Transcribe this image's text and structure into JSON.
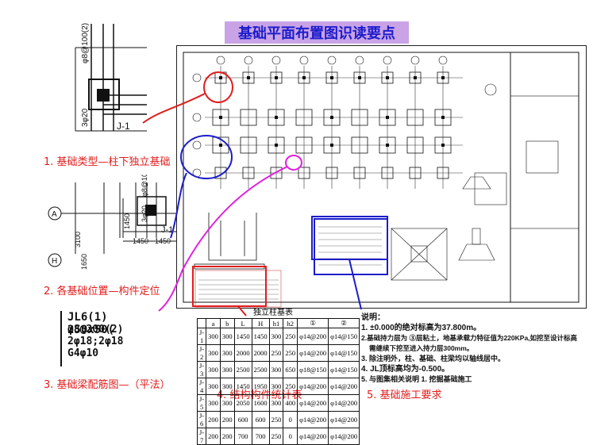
{
  "title": "基础平面布置图识读要点",
  "labels": {
    "l1": "1. 基础类型—柱下独立基础",
    "l2": "2. 各基础位置—构件定位",
    "l3": "3. 基础梁配筋图—（平法）",
    "l4": "4. 结构构件统计表",
    "l5": "5. 基础施工要求"
  },
  "detail1": {
    "vert1": "φ8@100(2)",
    "vert2": "3φ20",
    "tag": "J-1"
  },
  "detail2": {
    "axis_a": "A",
    "axis_h": "H",
    "vert1": "φ8@100(2)",
    "vert2": "3φ20",
    "tag": "J-1",
    "dim1": "1450",
    "dim2": "1450",
    "dim3": "3100",
    "dim4": "1650",
    "dim5": "1450"
  },
  "beam": {
    "line1": "JL6(1) 250x50(",
    "line2": "φ8@200(2)",
    "line3": "2φ18;2φ18",
    "line4": "G4φ10"
  },
  "table": {
    "caption": "独立柱基表",
    "headers": [
      "",
      "a",
      "b",
      "L",
      "H",
      "h1",
      "h2",
      "①",
      "②"
    ],
    "rows": [
      [
        "J-1",
        "300",
        "300",
        "1450",
        "1450",
        "300",
        "250",
        "φ14@200",
        "φ14@150"
      ],
      [
        "J-2",
        "300",
        "300",
        "2000",
        "2000",
        "250",
        "250",
        "φ14@200",
        "φ14@150"
      ],
      [
        "J-3",
        "300",
        "300",
        "2500",
        "2500",
        "300",
        "650",
        "φ18@150",
        "φ14@150"
      ],
      [
        "J-4",
        "300",
        "300",
        "1450",
        "1950",
        "300",
        "250",
        "φ14@200",
        "φ14@200"
      ],
      [
        "J-5",
        "300",
        "300",
        "2050",
        "1600",
        "300",
        "400",
        "φ14@200",
        "φ14@200"
      ],
      [
        "J-6",
        "200",
        "200",
        "600",
        "600",
        "250",
        "0",
        "φ14@200",
        "φ14@200"
      ],
      [
        "J-7",
        "200",
        "200",
        "700",
        "700",
        "250",
        "0",
        "φ14@200",
        "φ14@200"
      ]
    ]
  },
  "notes": {
    "head": "说明：",
    "n1": "1. ±0.000的绝对标高为37.800m。",
    "n2": "2.基础持力层为 ③层粘土，地基承载力特征值为220KPa,如挖至设计标高",
    "n2b": "需继续下挖至进入持力层300mm。",
    "n3": "3. 除注明外，柱、基础、柱梁均以轴线居中。",
    "n4": "4. JL顶标高均为-0.500。",
    "n5": "5. 与图集相关说明 1. 挖掘基础施工"
  },
  "colors": {
    "red": "#e21c1c",
    "blue": "#1c1ccc",
    "magenta": "#e020e0",
    "title_bg": "#c9a3e6"
  }
}
